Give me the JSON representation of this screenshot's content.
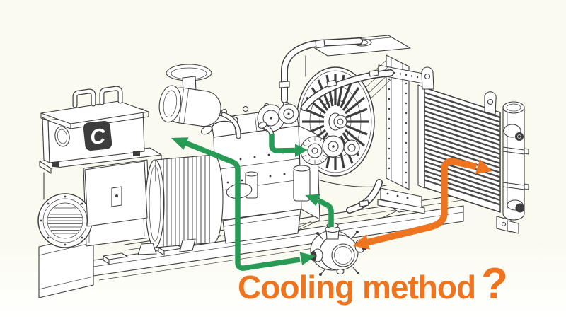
{
  "caption": {
    "text": "Cooling method",
    "question_mark": "?"
  },
  "logo": {
    "letter": "C"
  },
  "colors": {
    "ink": "#3d3d3d",
    "paper": "#fafaf0",
    "green": "#279a55",
    "orange": "#ee7420",
    "caption": "#ee7420"
  },
  "figure": {
    "type": "technical-illustration",
    "subject": "diesel generator set cooling circuit",
    "components": [
      "control-box",
      "alternator",
      "diesel-engine",
      "air-cleaner",
      "turbocharger",
      "radiator-with-fan",
      "skid-base",
      "water-pump",
      "remote-heat-exchanger"
    ],
    "flows": [
      {
        "id": "engine-pump-loop",
        "color_key": "green",
        "connects": [
          "diesel-engine",
          "water-pump"
        ]
      },
      {
        "id": "engine-outlet-arrow",
        "color_key": "green",
        "connects": [
          "engine-coolant-outlet",
          "engine-front-pulley"
        ]
      },
      {
        "id": "pump-to-engine-arrow",
        "color_key": "green",
        "connects": [
          "water-pump",
          "diesel-engine"
        ]
      },
      {
        "id": "pump-exchanger-loop",
        "color_key": "orange",
        "connects": [
          "water-pump",
          "remote-heat-exchanger"
        ]
      }
    ]
  }
}
